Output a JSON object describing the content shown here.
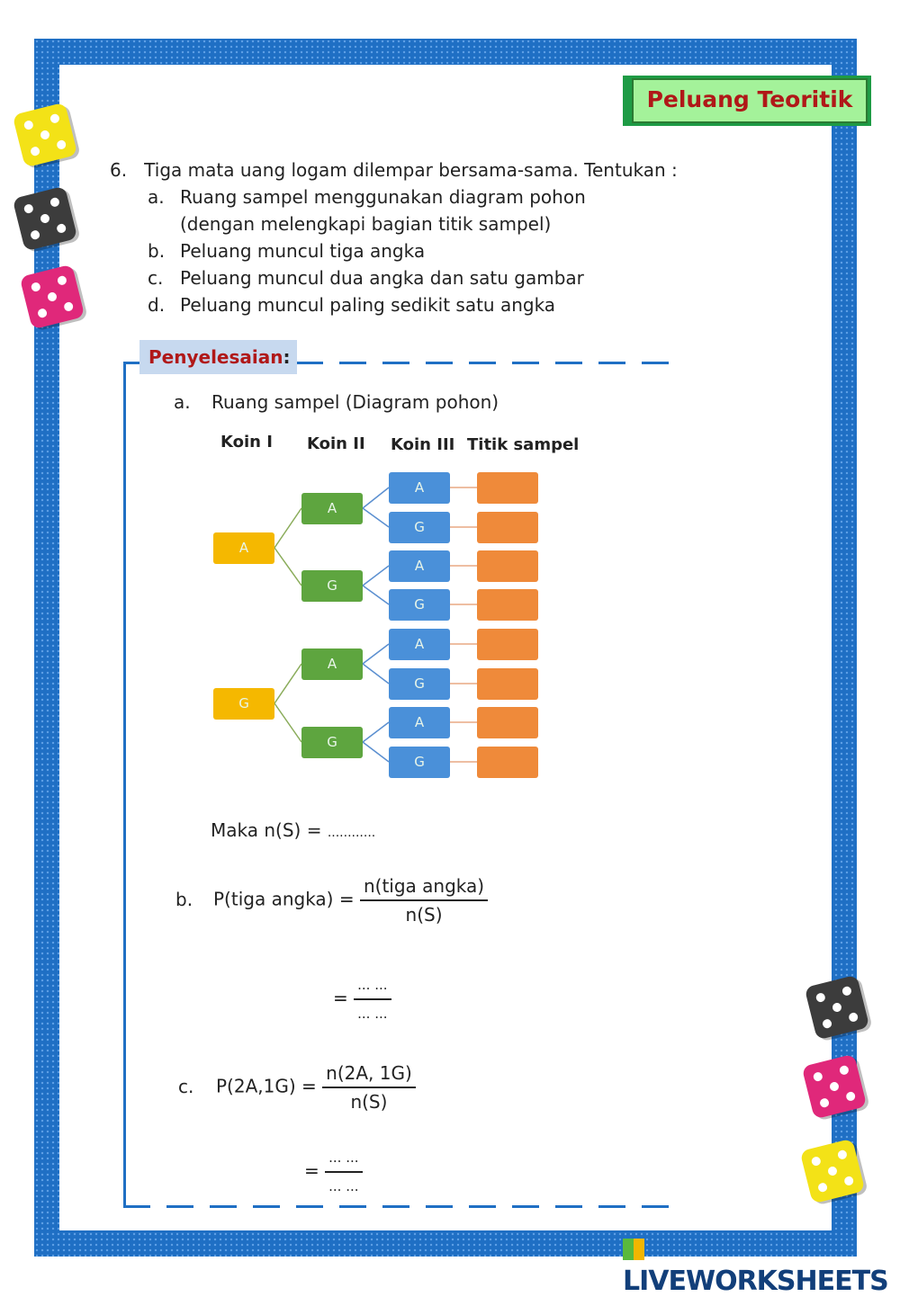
{
  "badge": "Peluang Teoritik",
  "question": {
    "number": "6.",
    "text": "Tiga mata uang logam dilempar bersama-sama. Tentukan :",
    "items": [
      {
        "l": "a.",
        "t": "Ruang sampel menggunakan diagram pohon"
      },
      {
        "l": "",
        "t": "(dengan melengkapi bagian titik sampel)"
      },
      {
        "l": "b.",
        "t": "Peluang muncul tiga angka"
      },
      {
        "l": "c.",
        "t": "Peluang muncul dua angka dan satu gambar"
      },
      {
        "l": "d.",
        "t": "Peluang muncul paling sedikit satu angka"
      }
    ]
  },
  "solution": {
    "label": "Penyelesaian",
    "a_label": "a.",
    "a_text": "Ruang sampel (Diagram pohon)",
    "headers": [
      "Koin I",
      "Koin II",
      "Koin III",
      "Titik sampel"
    ],
    "koin1": [
      "A",
      "G"
    ],
    "koin2": [
      "A",
      "G",
      "A",
      "G"
    ],
    "koin3": [
      "A",
      "G",
      "A",
      "G",
      "A",
      "G",
      "A",
      "G"
    ],
    "ns_text": "Maka n(S) =",
    "ns_blank": "............",
    "b_label": "b.",
    "b_lhs": "P(tiga angka) =",
    "b_num": "n(tiga angka)",
    "b_den": "n(S)",
    "b_eq": "=",
    "b_blank_num": "... ...",
    "b_blank_den": "... ...",
    "c_label": "c.",
    "c_lhs": "P(2A,1G) =",
    "c_num": "n(2A, 1G)",
    "c_den": "n(S)",
    "c_eq": "=",
    "c_blank_num": "... ...",
    "c_blank_den": "... ..."
  },
  "logo": "LIVEWORKSHEETS"
}
